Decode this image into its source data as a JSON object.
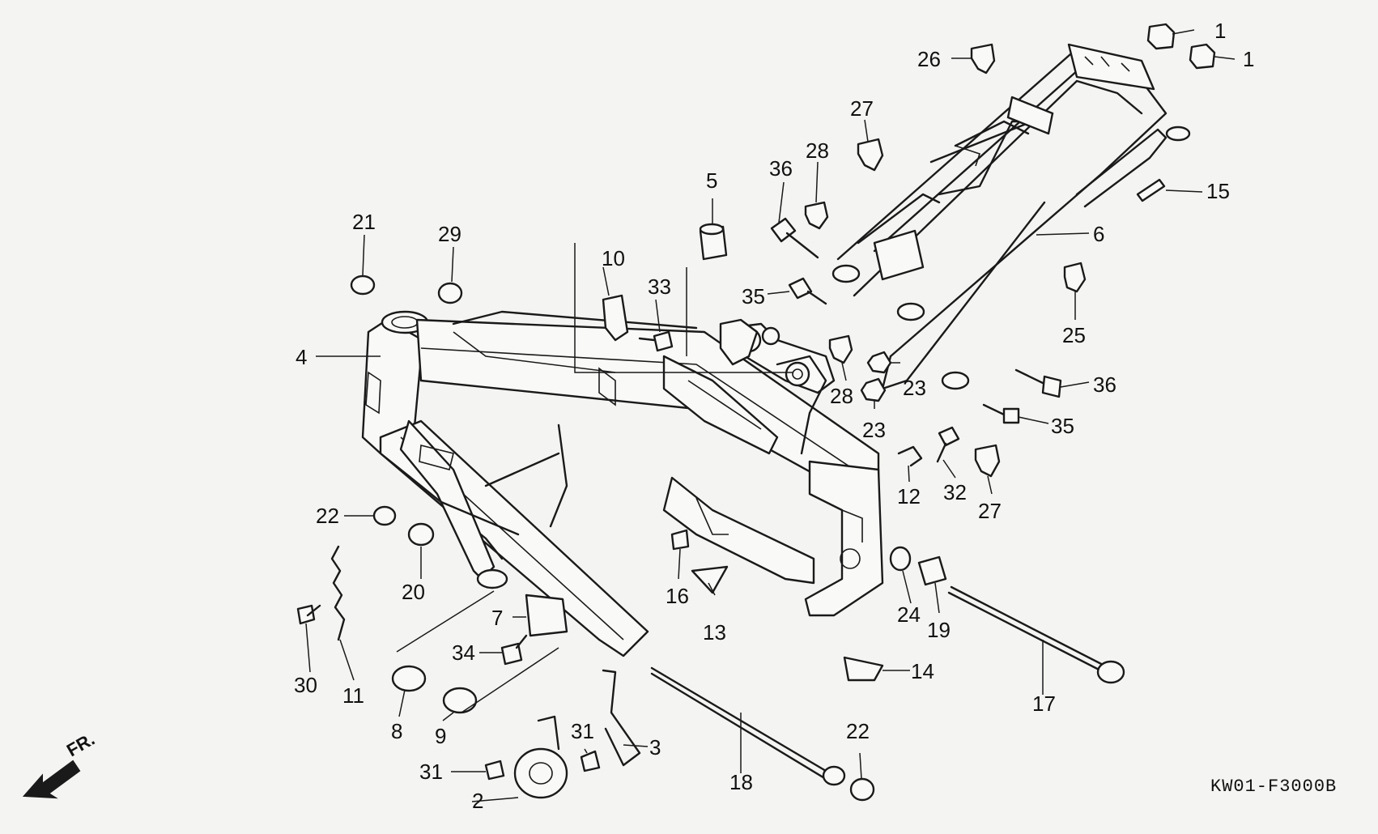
{
  "diagram_code": "KW01-F3000B",
  "direction_label": "FR.",
  "callouts": {
    "c1a": "1",
    "c1b": "1",
    "c2": "2",
    "c3": "3",
    "c4": "4",
    "c5": "5",
    "c6": "6",
    "c7": "7",
    "c8": "8",
    "c9": "9",
    "c10": "10",
    "c11": "11",
    "c12": "12",
    "c13": "13",
    "c14": "14",
    "c15": "15",
    "c16": "16",
    "c17": "17",
    "c18": "18",
    "c19": "19",
    "c20": "20",
    "c21": "21",
    "c22a": "22",
    "c22b": "22",
    "c23a": "23",
    "c23b": "23",
    "c24": "24",
    "c25": "25",
    "c26": "26",
    "c27a": "27",
    "c27b": "27",
    "c28a": "28",
    "c28b": "28",
    "c29": "29",
    "c30": "30",
    "c31a": "31",
    "c31b": "31",
    "c32": "32",
    "c33": "33",
    "c34": "34",
    "c35a": "35",
    "c35b": "35",
    "c36a": "36",
    "c36b": "36"
  }
}
